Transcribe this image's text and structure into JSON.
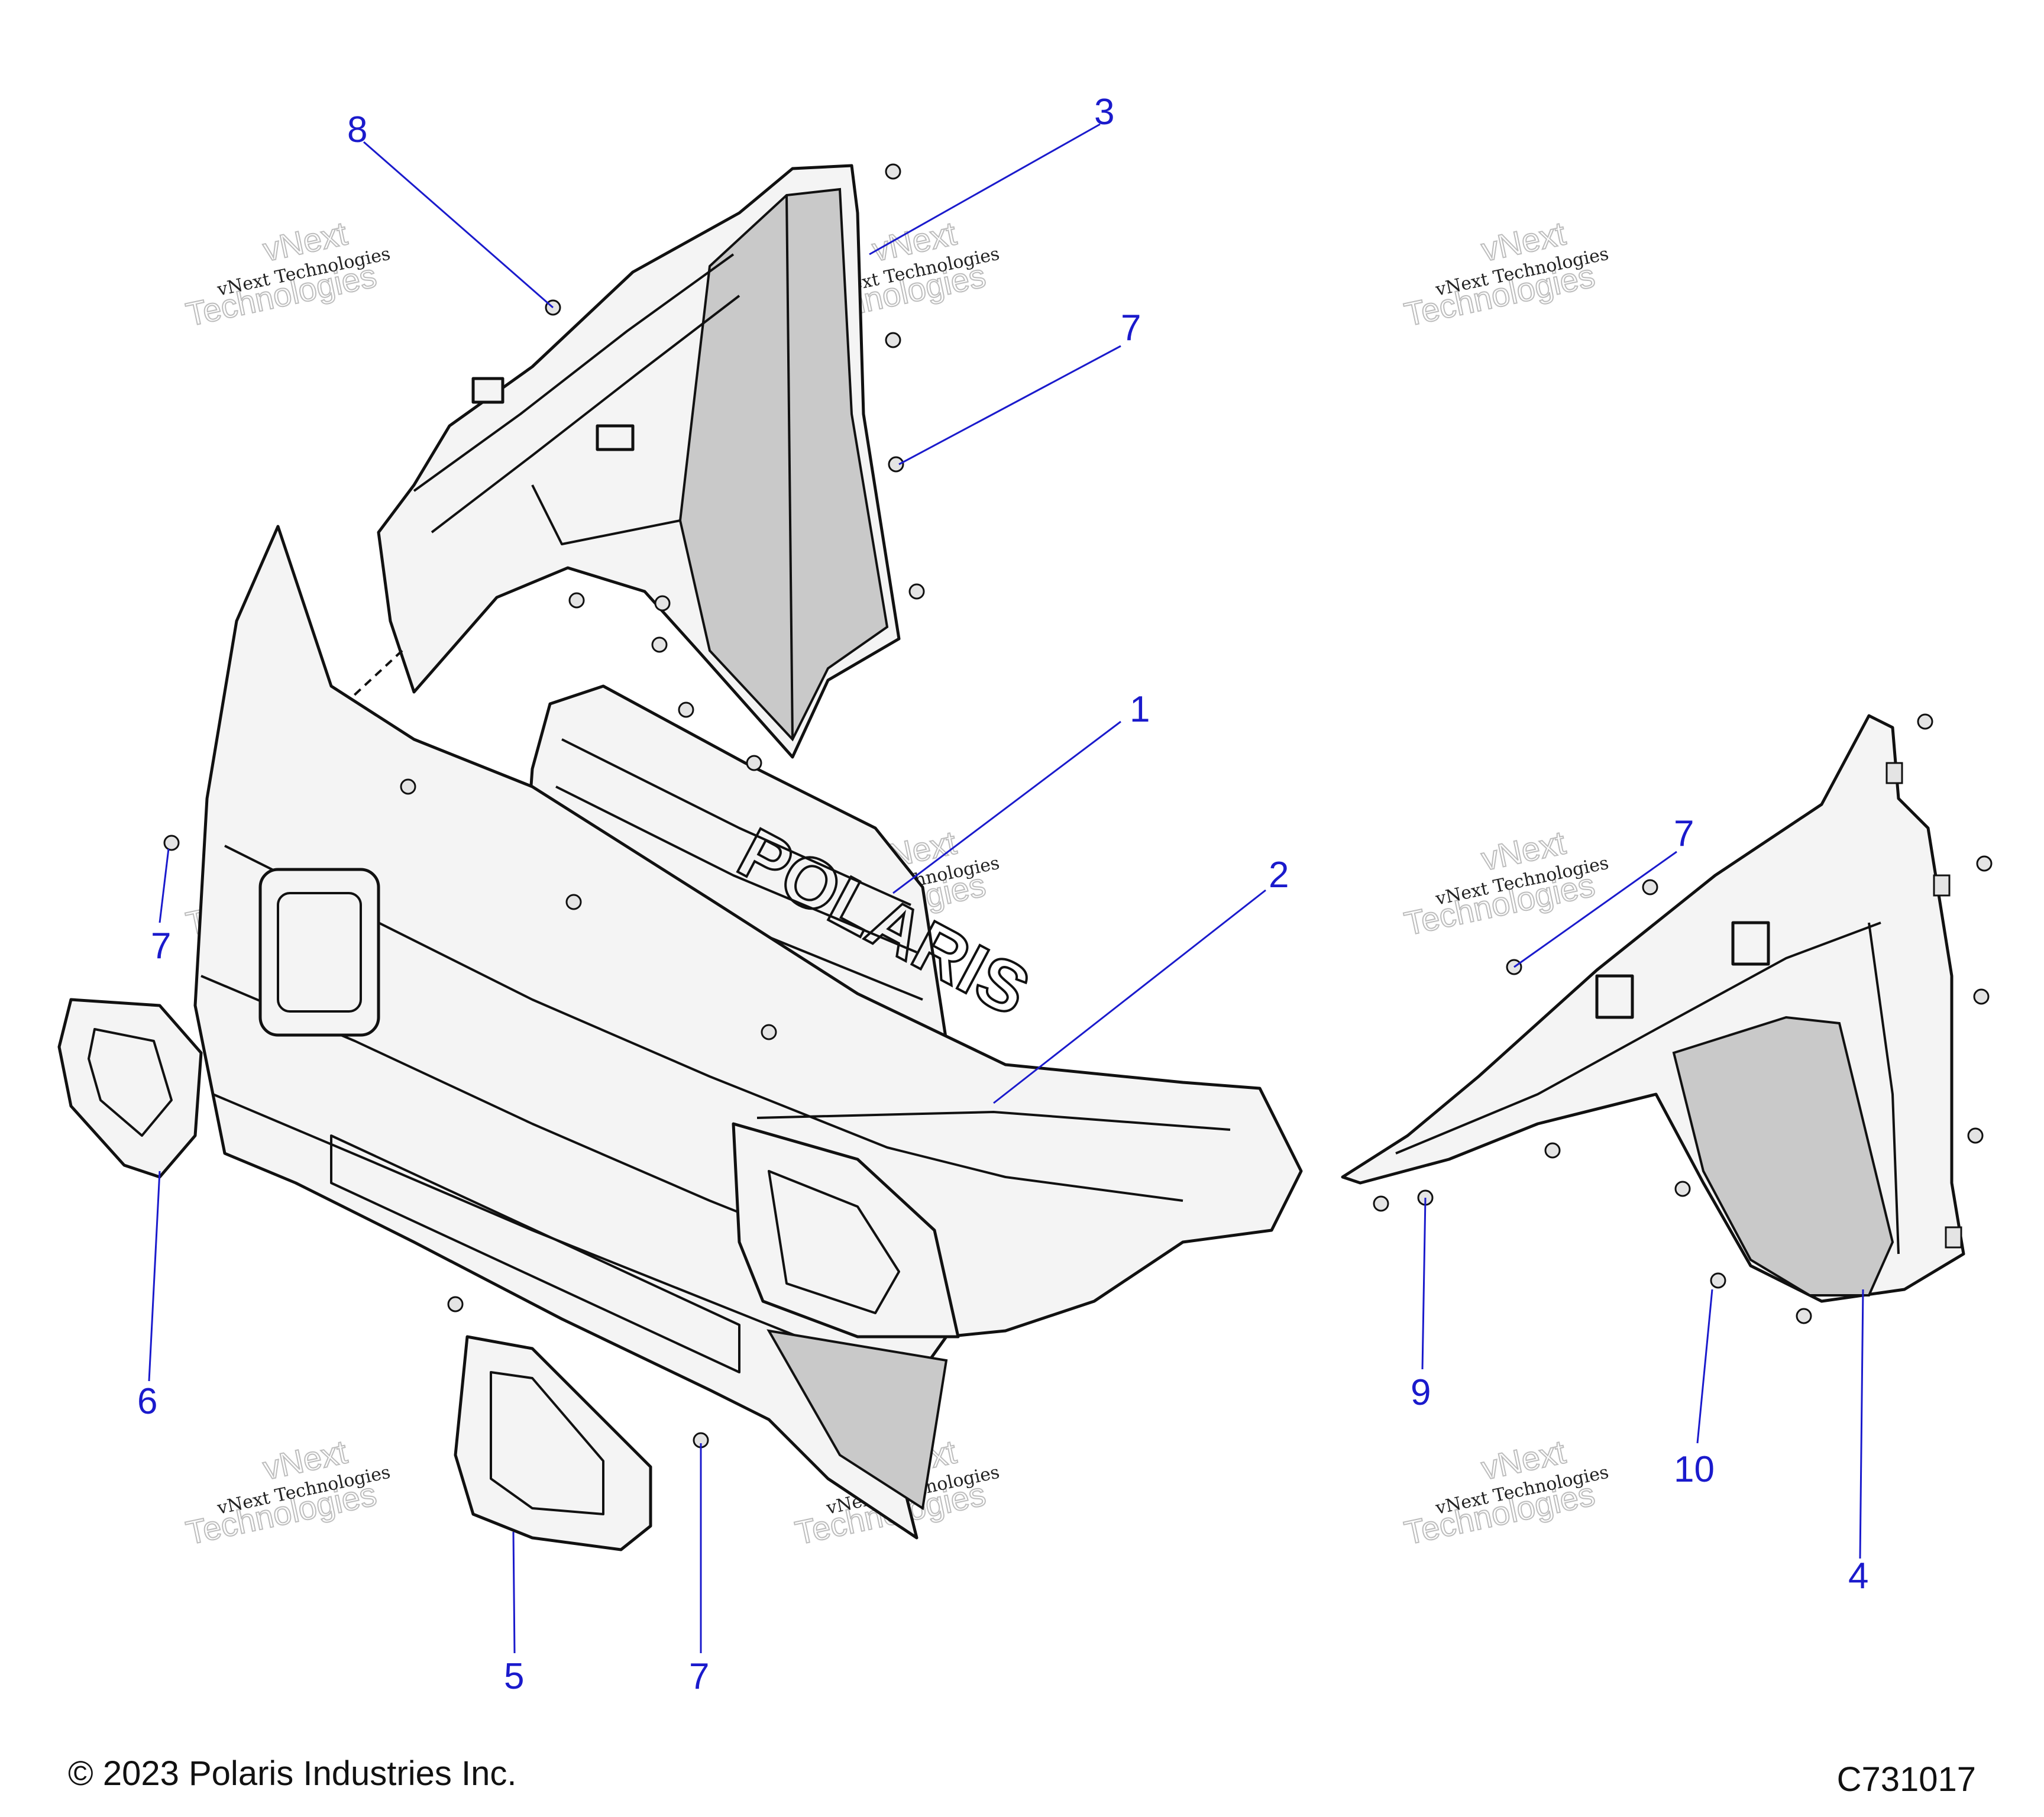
{
  "callouts": [
    {
      "label": "1"
    },
    {
      "label": "2"
    },
    {
      "label": "3"
    },
    {
      "label": "4"
    },
    {
      "label": "5"
    },
    {
      "label": "6"
    },
    {
      "label": "7"
    },
    {
      "label": "7"
    },
    {
      "label": "7"
    },
    {
      "label": "7"
    },
    {
      "label": "8"
    },
    {
      "label": "9"
    },
    {
      "label": "10"
    }
  ],
  "watermark": {
    "line1": "vNext Technologies",
    "line2": "Technologies",
    "line3": "vNext"
  },
  "grille_lettering": "POLARIS",
  "footer": {
    "copyright": "© 2023 Polaris Industries Inc.",
    "diagram_id": "C731017"
  },
  "colors": {
    "callout": "#1a1acc",
    "line_art": "#111111",
    "shading": "#c9c9c9"
  }
}
